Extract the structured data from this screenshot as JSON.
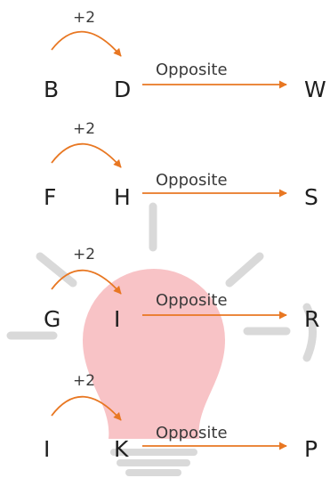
{
  "colors": {
    "arrow": "#E87722",
    "text": "#1f1f1f",
    "watermark_bulb": "#F7B9BC",
    "watermark_rays": "#D9D9D9"
  },
  "watermark": {
    "icon": "light-bulb-icon"
  },
  "rows": [
    {
      "from": "B",
      "to": "D",
      "step": "+2",
      "relation": "Opposite",
      "result": "W"
    },
    {
      "from": "F",
      "to": "H",
      "step": "+2",
      "relation": "Opposite",
      "result": "S"
    },
    {
      "from": "G",
      "to": "I",
      "step": "+2",
      "relation": "Opposite",
      "result": "R"
    },
    {
      "from": "I",
      "to": "K",
      "step": "+2",
      "relation": "Opposite",
      "result": "P"
    }
  ]
}
